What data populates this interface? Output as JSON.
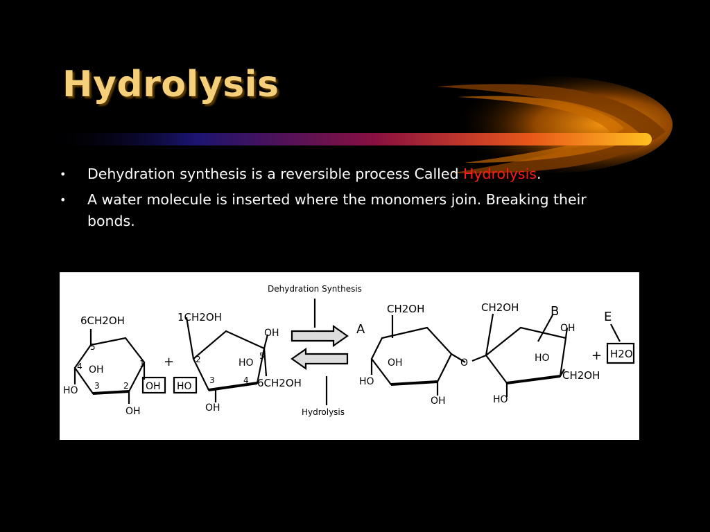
{
  "slide": {
    "title": "Hydrolysis",
    "colors": {
      "title": "#f5cf7a",
      "highlight": "#ff1a1a",
      "background": "#000000"
    },
    "bullets": [
      {
        "marker": "•",
        "before": "Dehydration synthesis is a reversible process Called ",
        "highlight": "Hydrolysis",
        "after": "."
      },
      {
        "marker": "•",
        "text": "A water molecule is inserted where the monomers join.  Breaking their bonds."
      }
    ]
  },
  "diagram": {
    "top_label": "Dehydration Synthesis",
    "bottom_label": "Hydrolysis",
    "glucose": {
      "ch2oh": "6CH2OH",
      "oh_ring": "OH",
      "ho_left": "HO",
      "oh_bottom": "OH",
      "oh_boxed": "OH",
      "num_1": "1",
      "num_2": "2",
      "num_3": "3",
      "num_4": "4",
      "num_5": "5"
    },
    "plus_1": "+",
    "fructose": {
      "ch2oh_top": "1CH2OH",
      "ho_boxed": "HO",
      "oh_top": "OH",
      "ho_inner": "HO",
      "ch2oh_bottom": "6CH2OH",
      "oh_bottom": "OH",
      "num_2": "2",
      "num_3": "3",
      "num_4": "4",
      "num_5": "5"
    },
    "sucrose": {
      "label_a": "A",
      "label_b": "B",
      "ch2oh_1": "CH2OH",
      "ch2oh_2": "CH2OH",
      "oh_1": "OH",
      "ho_1": "HO",
      "oh_2": "OH",
      "oh_3": "OH",
      "ho_2": "HO",
      "ch2oh_3": "CH2OH",
      "ho_3": "HO",
      "bridge_o": "O"
    },
    "plus_2": "+",
    "label_e": "E",
    "water": "H2O"
  }
}
